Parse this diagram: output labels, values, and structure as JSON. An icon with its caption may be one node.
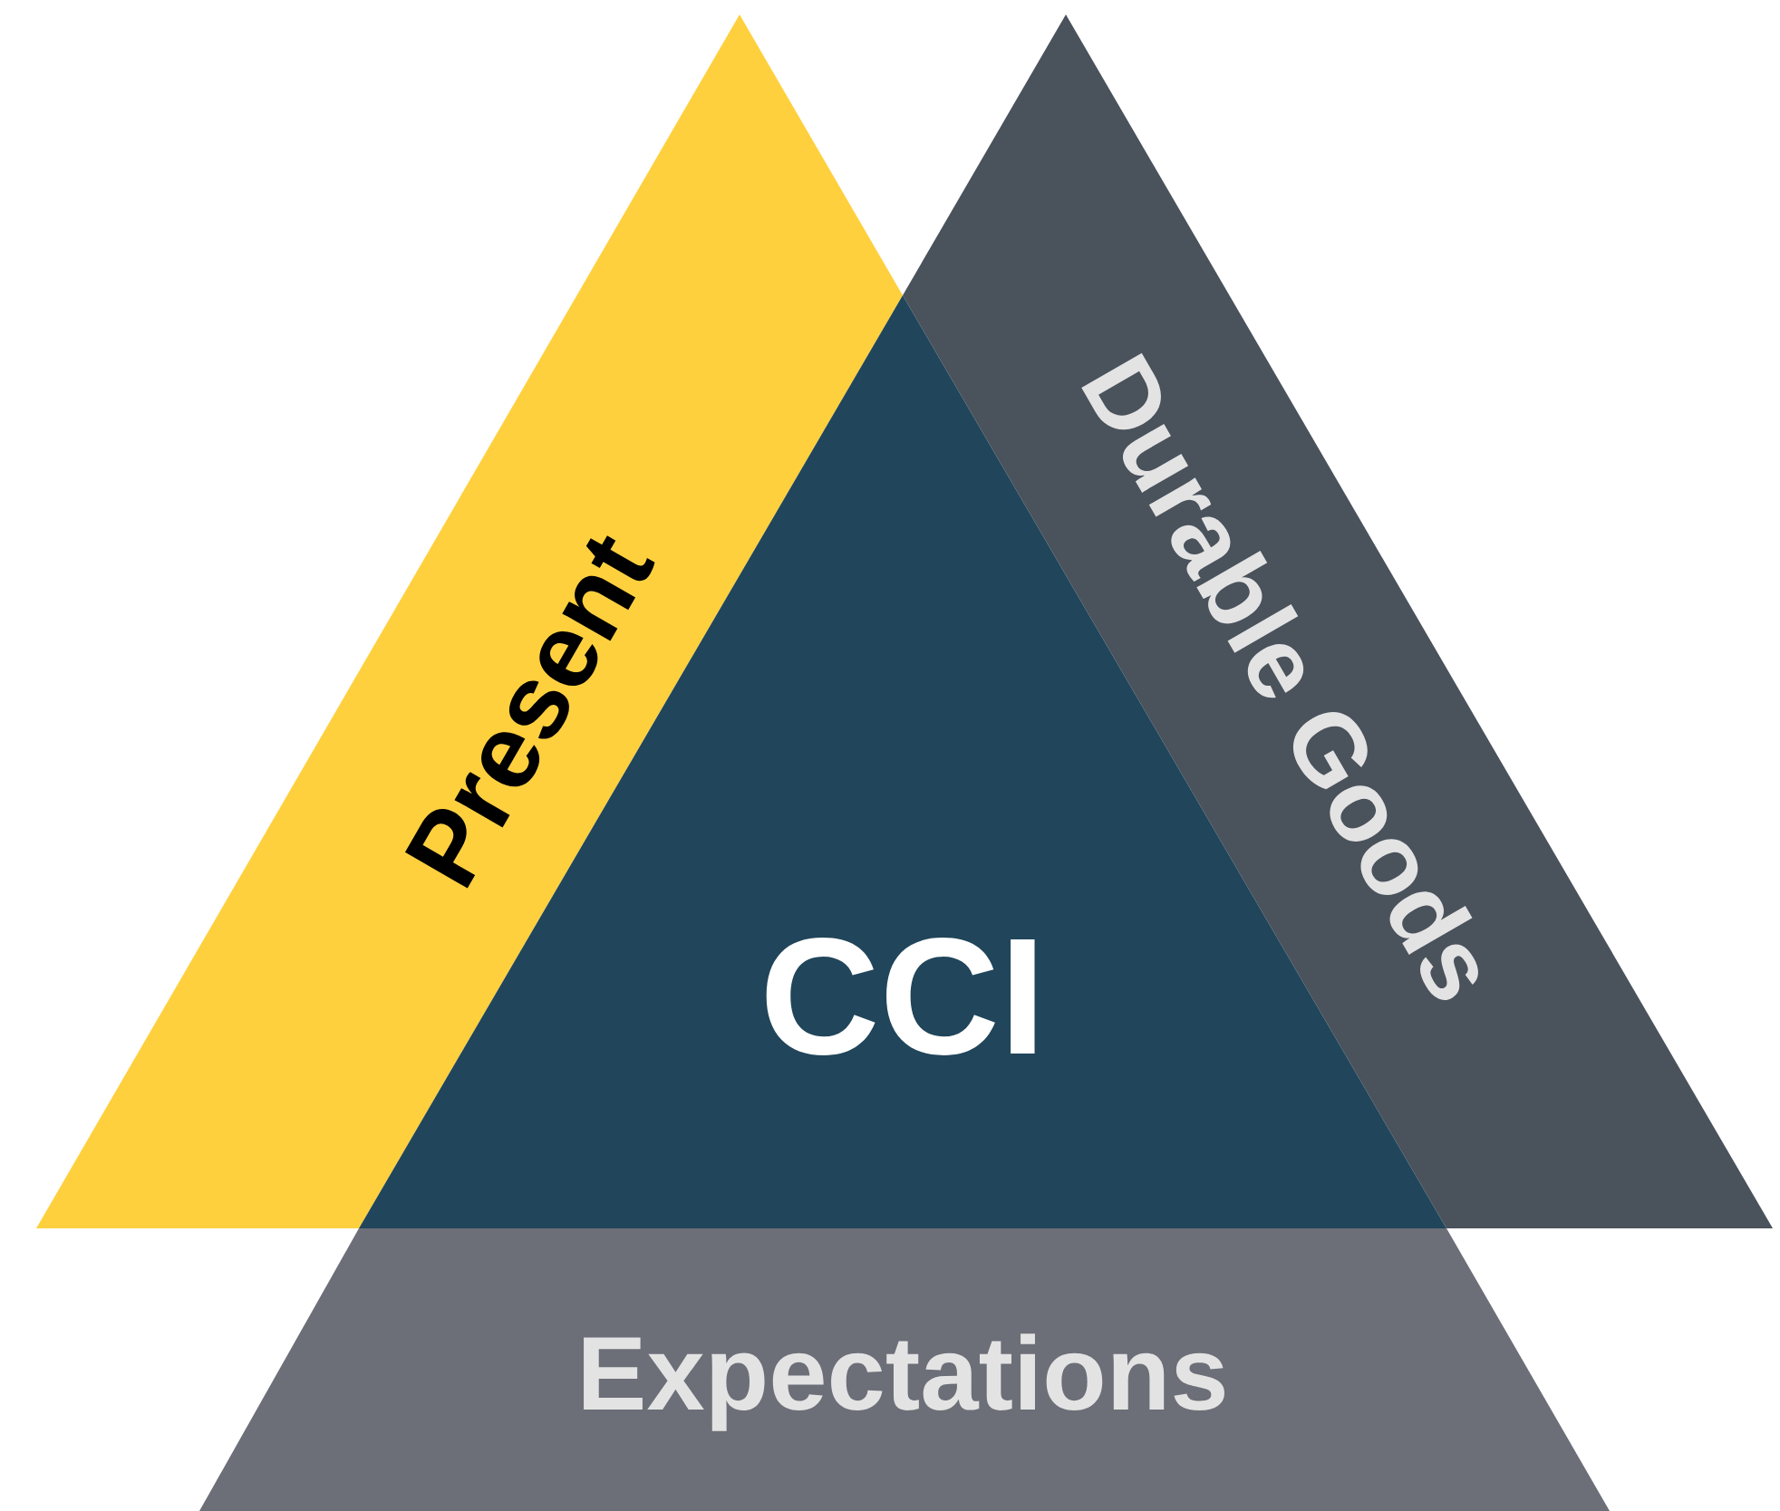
{
  "diagram": {
    "nodes": [
      {
        "text": [
          "Present"
        ]
      },
      {
        "text": [
          "Durable Goods"
        ]
      },
      {
        "text": [
          "CCI"
        ]
      },
      {
        "text": [
          "Expectations"
        ]
      }
    ]
  }
}
